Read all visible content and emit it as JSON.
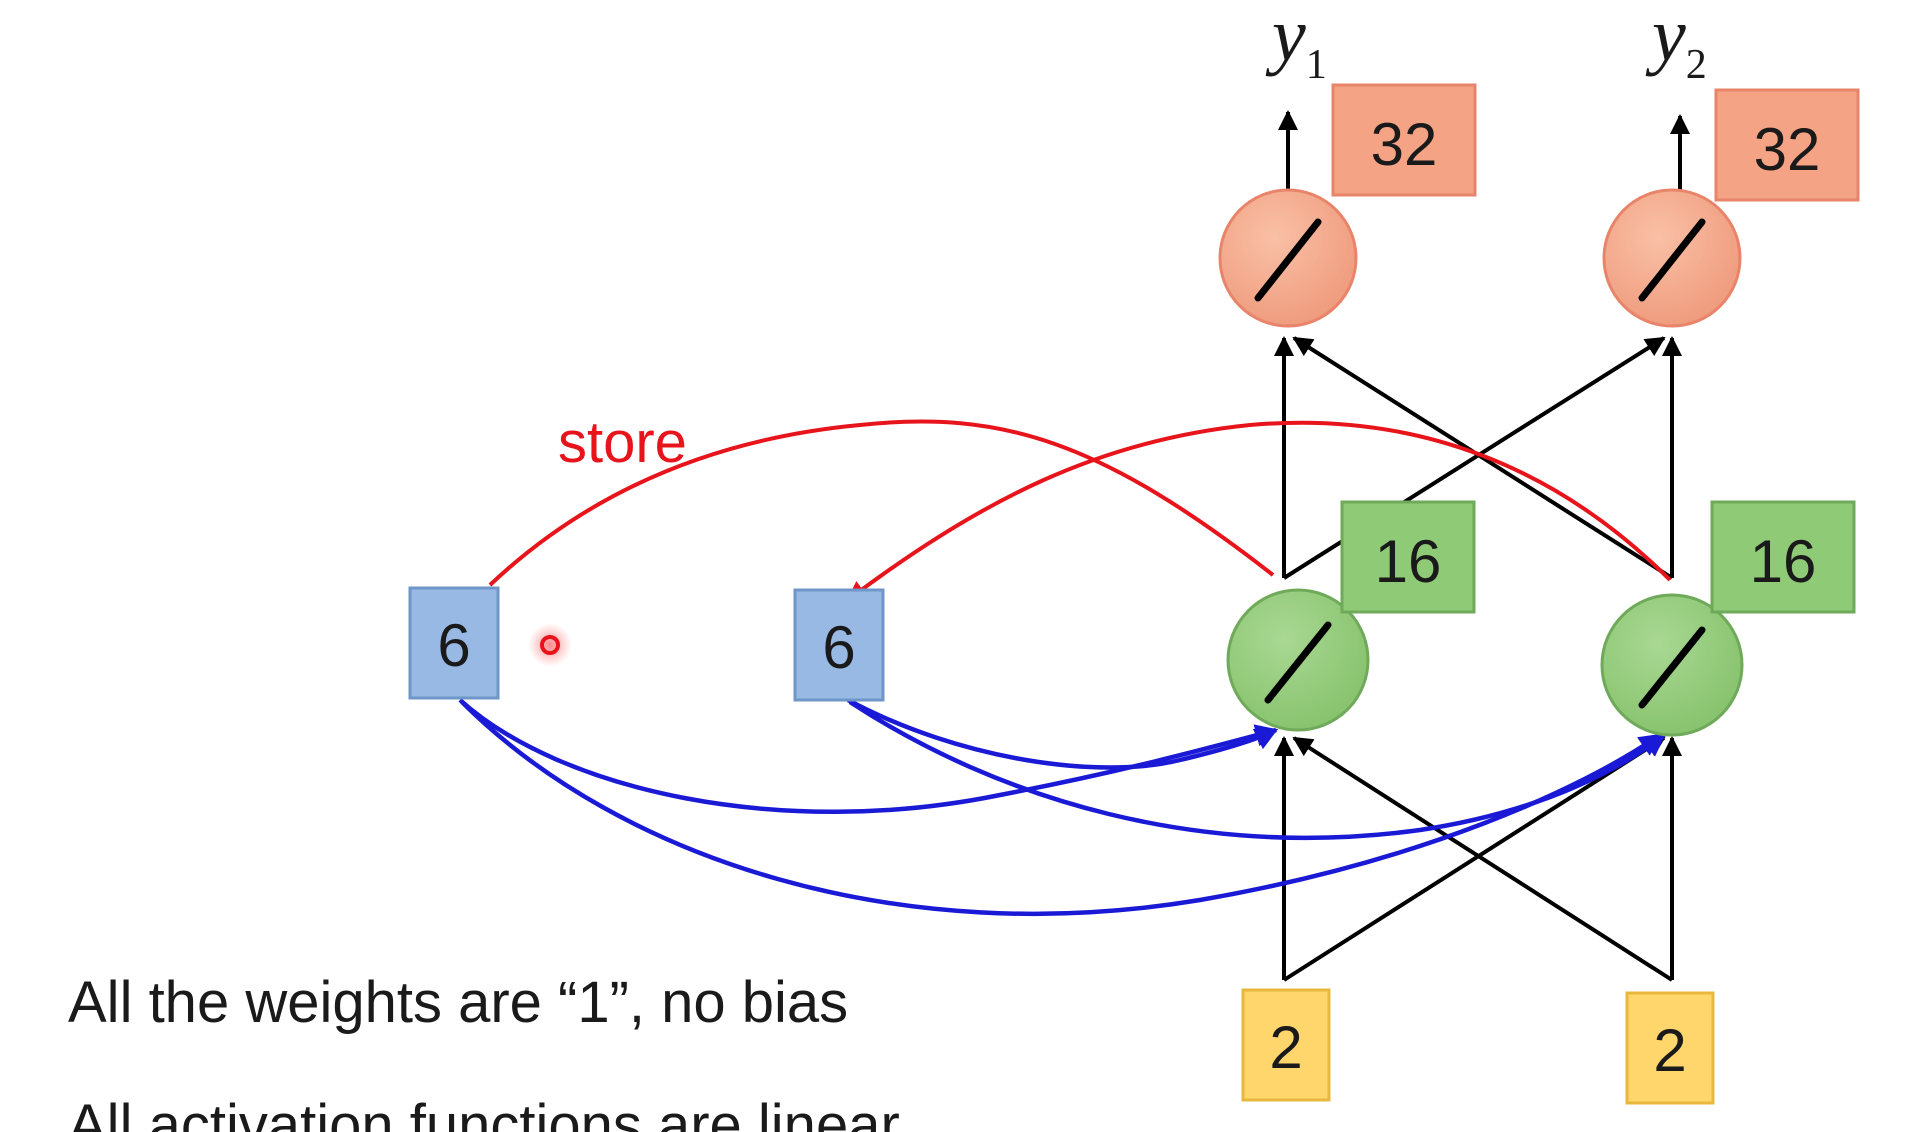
{
  "outputs": [
    {
      "label": "y",
      "subscript": "1",
      "value": "32"
    },
    {
      "label": "y",
      "subscript": "2",
      "value": "32"
    }
  ],
  "hidden": [
    {
      "value": "16"
    },
    {
      "value": "16"
    }
  ],
  "inputs": [
    {
      "value": "2"
    },
    {
      "value": "2"
    }
  ],
  "memory": [
    {
      "value": "6"
    },
    {
      "value": "6"
    }
  ],
  "store_label": "store",
  "notes": [
    "All the weights are “1”, no bias",
    "All activation functions are linear"
  ],
  "colors": {
    "output_fill": "#f4a385",
    "output_stroke": "#e8846a",
    "hidden_fill": "#8fca76",
    "hidden_stroke": "#6fa95a",
    "input_fill": "#ffd66b",
    "input_stroke": "#e8b73e",
    "memory_fill": "#98b9e3",
    "memory_stroke": "#6f96c8",
    "store_arrow": "#e8141b",
    "memory_arrow": "#1a1ad6",
    "network_arrow": "#000000"
  }
}
